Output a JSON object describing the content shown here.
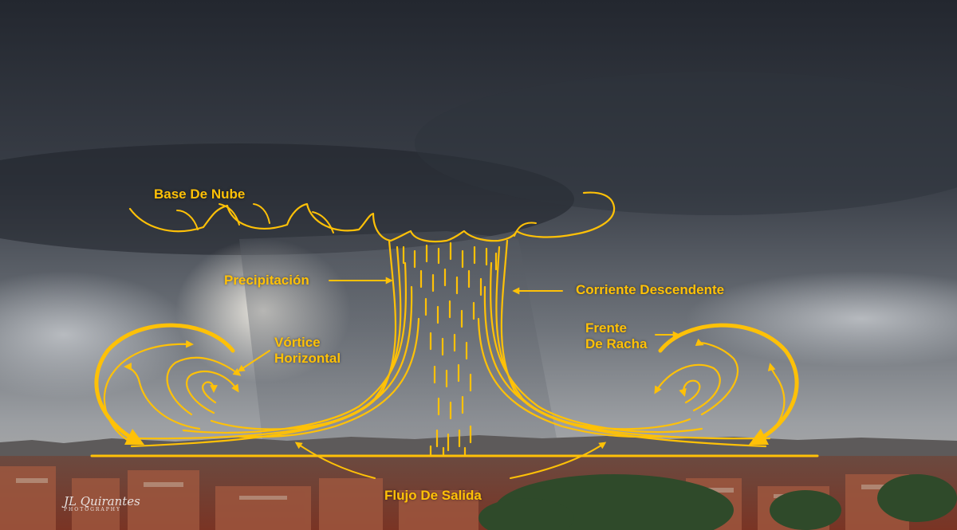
{
  "colors": {
    "annotation": "#FFC107",
    "sky_dark": "#2b2f38",
    "sky_light": "#9ea3a9",
    "city": "#8a4a36"
  },
  "labels": {
    "cloud_base": "Base De Nube",
    "precipitation": "Precipitación",
    "downdraft": "Corriente Descendente",
    "horizontal_vortex": "Vórtice\nHorizontal",
    "gust_front": "Frente\nDe Racha",
    "outflow": "Flujo De Salida"
  },
  "signature": {
    "name": "JL Quirantes",
    "sub": "PHOTOGRAPHY"
  }
}
